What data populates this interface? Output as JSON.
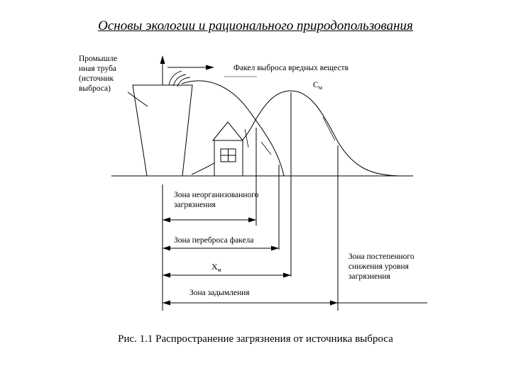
{
  "header": {
    "title": "Основы экологии и рационального природопользования"
  },
  "labels": {
    "pipe_line1": "Промышле",
    "pipe_line2": "нная труба",
    "pipe_line3": "(источник",
    "pipe_line4": "выброса)",
    "plume": "Факел выброса вредных веществ",
    "cm_main": "С",
    "cm_sub": "м",
    "zone_unorganized_line1": "Зона неорганизованного",
    "zone_unorganized_line2": "загрязнения",
    "zone_transfer": "Зона переброса факела",
    "xm_main": "Х",
    "xm_sub": "м",
    "zone_smoke": "Зона задымления",
    "zone_gradual_line1": "Зона постепенного",
    "zone_gradual_line2": "снижения уровня",
    "zone_gradual_line3": "загрязнения"
  },
  "caption": "Рис. 1.1 Распространение загрязнения от источника выброса",
  "colors": {
    "stroke": "#000000",
    "background": "#ffffff"
  }
}
